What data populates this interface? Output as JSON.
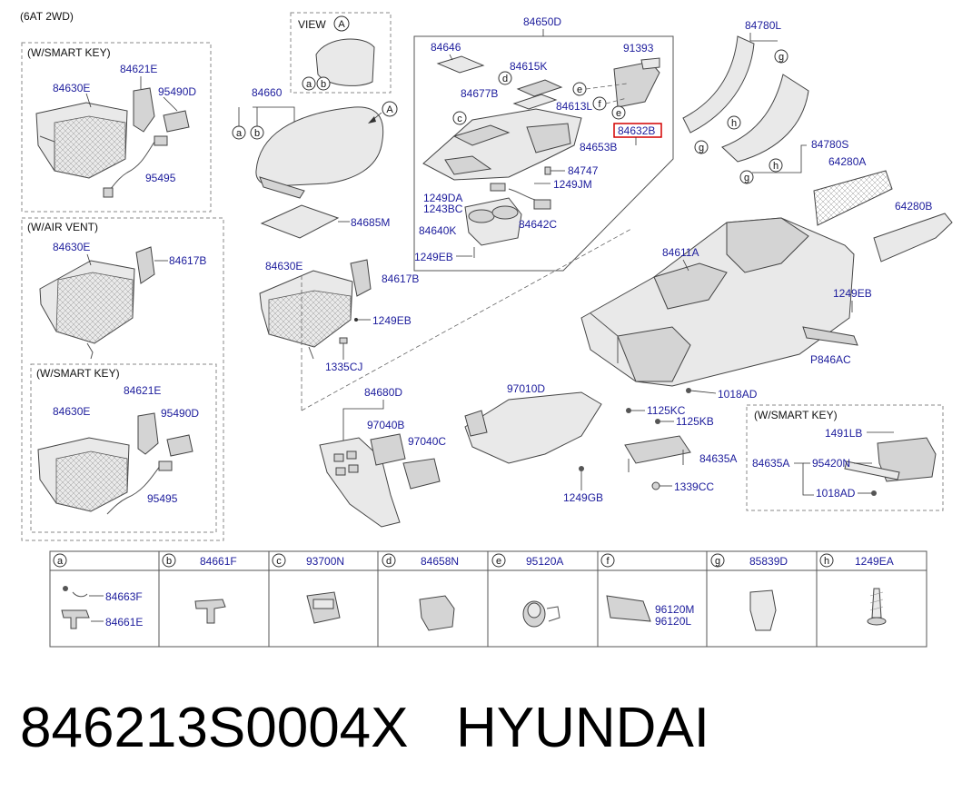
{
  "header": {
    "variant": "(6AT 2WD)"
  },
  "footer": {
    "part_number": "846213S0004X",
    "brand": "HYUNDAI"
  },
  "highlight_color": "#d40000",
  "label_color": "#1c1c9c",
  "groups": {
    "smart_key_1": "(W/SMART KEY)",
    "air_vent": "(W/AIR VENT)",
    "smart_key_2": "(W/SMART KEY)",
    "smart_key_3": "(W/SMART KEY)",
    "view": "VIEW"
  },
  "callouts": {
    "a": "a",
    "b": "b",
    "c": "c",
    "d": "d",
    "e": "e",
    "f": "f",
    "g": "g",
    "h": "h",
    "A": "A"
  },
  "labels": {
    "p84630E_1": "84630E",
    "p84621E_1": "84621E",
    "p95490D_1": "95490D",
    "p95495_1": "95495",
    "p84630E_2": "84630E",
    "p84617B_1": "84617B",
    "p84630E_3": "84630E",
    "p84621E_2": "84621E",
    "p95490D_2": "95490D",
    "p95495_2": "95495",
    "p84660": "84660",
    "p84685M": "84685M",
    "p84630E_4": "84630E",
    "p84617B_2": "84617B",
    "p1249EB_1": "1249EB",
    "p1335CJ": "1335CJ",
    "p84650D": "84650D",
    "p84646": "84646",
    "p84615K": "84615K",
    "p91393": "91393",
    "p84677B": "84677B",
    "p84613L": "84613L",
    "p84632B": "84632B",
    "p84653B": "84653B",
    "p84747": "84747",
    "p1249DA": "1249DA",
    "p1243BC": "1243BC",
    "p1249JM": "1249JM",
    "p84640K": "84640K",
    "p84642C": "84642C",
    "p1249EB_2": "1249EB",
    "p84780L": "84780L",
    "p84780S": "84780S",
    "p64280A": "64280A",
    "p64280B": "64280B",
    "p84611A": "84611A",
    "p1249EB_3": "1249EB",
    "pP846AC": "P846AC",
    "p1018AD_1": "1018AD",
    "p84680D": "84680D",
    "p97040B": "97040B",
    "p97040C": "97040C",
    "p97010D": "97010D",
    "p1249GB": "1249GB",
    "p1125KC": "1125KC",
    "p1125KB": "1125KB",
    "p84635A_1": "84635A",
    "p1339CC": "1339CC",
    "p1491LB": "1491LB",
    "p84635A_2": "84635A",
    "p95420N": "95420N",
    "p1018AD_2": "1018AD"
  },
  "legend": [
    {
      "key": "a",
      "code": "",
      "subs": [
        "84663F",
        "84661E"
      ]
    },
    {
      "key": "b",
      "code": "84661F",
      "subs": []
    },
    {
      "key": "c",
      "code": "93700N",
      "subs": []
    },
    {
      "key": "d",
      "code": "84658N",
      "subs": []
    },
    {
      "key": "e",
      "code": "95120A",
      "subs": []
    },
    {
      "key": "f",
      "code": "",
      "subs": [
        "96120M",
        "96120L"
      ]
    },
    {
      "key": "g",
      "code": "85839D",
      "subs": []
    },
    {
      "key": "h",
      "code": "1249EA",
      "subs": []
    }
  ]
}
